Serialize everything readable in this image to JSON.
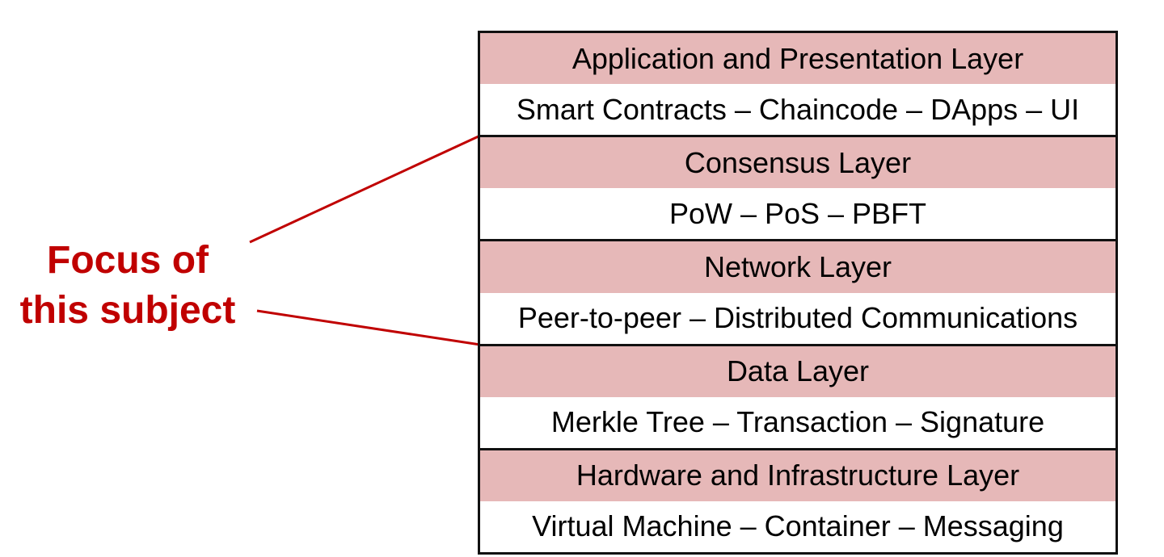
{
  "layers": [
    {
      "name": "Application and Presentation Layer",
      "components": "Smart Contracts – Chaincode – DApps – UI"
    },
    {
      "name": "Consensus Layer",
      "components": "PoW – PoS – PBFT"
    },
    {
      "name": "Network Layer",
      "components": "Peer-to-peer – Distributed Communications"
    },
    {
      "name": "Data Layer",
      "components": "Merkle Tree – Transaction – Signature"
    },
    {
      "name": "Hardware and Infrastructure Layer",
      "components": "Virtual Machine – Container – Messaging"
    }
  ],
  "focus": {
    "line1": "Focus of",
    "line2": "this subject",
    "color": "#c00000"
  },
  "colors": {
    "header_fill": "#e6b8b8",
    "border": "#111111"
  }
}
